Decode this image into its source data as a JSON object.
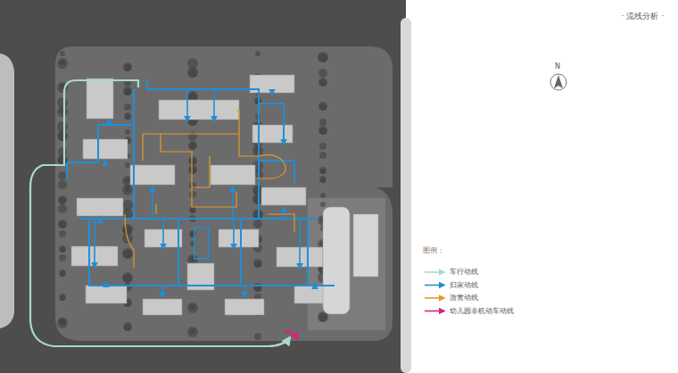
{
  "diagram": {
    "title": "· 流线分析 ·",
    "labels": [
      "N",
      "图例："
    ],
    "legend": [
      {
        "text": "车行动线"
      },
      {
        "text": "归家动线"
      },
      {
        "text": "游赏动线"
      },
      {
        "text": "幼儿园非机动车动线"
      }
    ]
  }
}
